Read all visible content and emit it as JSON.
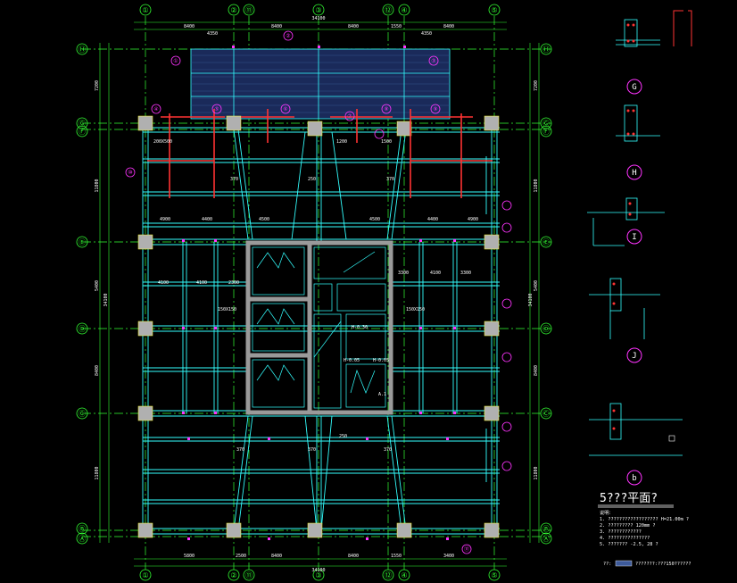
{
  "drawing": {
    "title": "5???平面?",
    "legend_label": "??:",
    "legend_desc": "???????:???150??????",
    "notes_heading": "说明：",
    "notes": [
      "1. ?????????????????? H=21.00m ?",
      "2. ????????? 120mm ?",
      "3. ????????????",
      "4. ???????????????",
      "5. ??????? -2.5, 28 ?"
    ]
  },
  "grid": {
    "columns": [
      "①",
      "②",
      "⑪",
      "③",
      "⑫",
      "④",
      "⑤"
    ],
    "rows": [
      "Ⓗ",
      "Ⓖ",
      "Ⓕ",
      "Ⓔ",
      "Ⓓ",
      "Ⓒ",
      "Ⓑ",
      "Ⓐ"
    ],
    "total_dim": "34100"
  },
  "dimensions": {
    "top": [
      "8400",
      "8400",
      "8400",
      "8400",
      "1550",
      "4350",
      "4350"
    ],
    "left": [
      "7200",
      "11800",
      "5400",
      "8400",
      "11800"
    ],
    "right": [
      "7200",
      "11800",
      "5400",
      "8400",
      "11800"
    ],
    "bottom": [
      "5800",
      "2500",
      "8400",
      "3400",
      "1550",
      "8400"
    ],
    "inner": [
      "4900",
      "4400",
      "4500",
      "4500",
      "4400",
      "4900",
      "4100",
      "4100",
      "2300",
      "3300",
      "4100",
      "3300",
      "1200",
      "1500"
    ]
  },
  "beam_labels": [
    "150X150",
    "150X150",
    "200X500",
    "370",
    "250",
    "370",
    "370",
    "370",
    "370",
    "250",
    "H-0.05",
    "H-0.05",
    "H-0.30",
    "A.1"
  ],
  "section_marks": [
    "G",
    "H",
    "I",
    "J",
    "b"
  ],
  "callouts": [
    "①",
    "②",
    "③",
    "④",
    "⑤",
    "⑥",
    "⑦",
    "⑧",
    "⑨",
    "⑩",
    "⑪"
  ],
  "colors": {
    "background": "#000000",
    "grid_line": "#33ff33",
    "beam": "#33ffff",
    "column": "#b0b0b0",
    "rebar": "#ff3333",
    "annotation": "#ff33ff",
    "text": "#ffffff",
    "dimension": "#ffff33"
  }
}
